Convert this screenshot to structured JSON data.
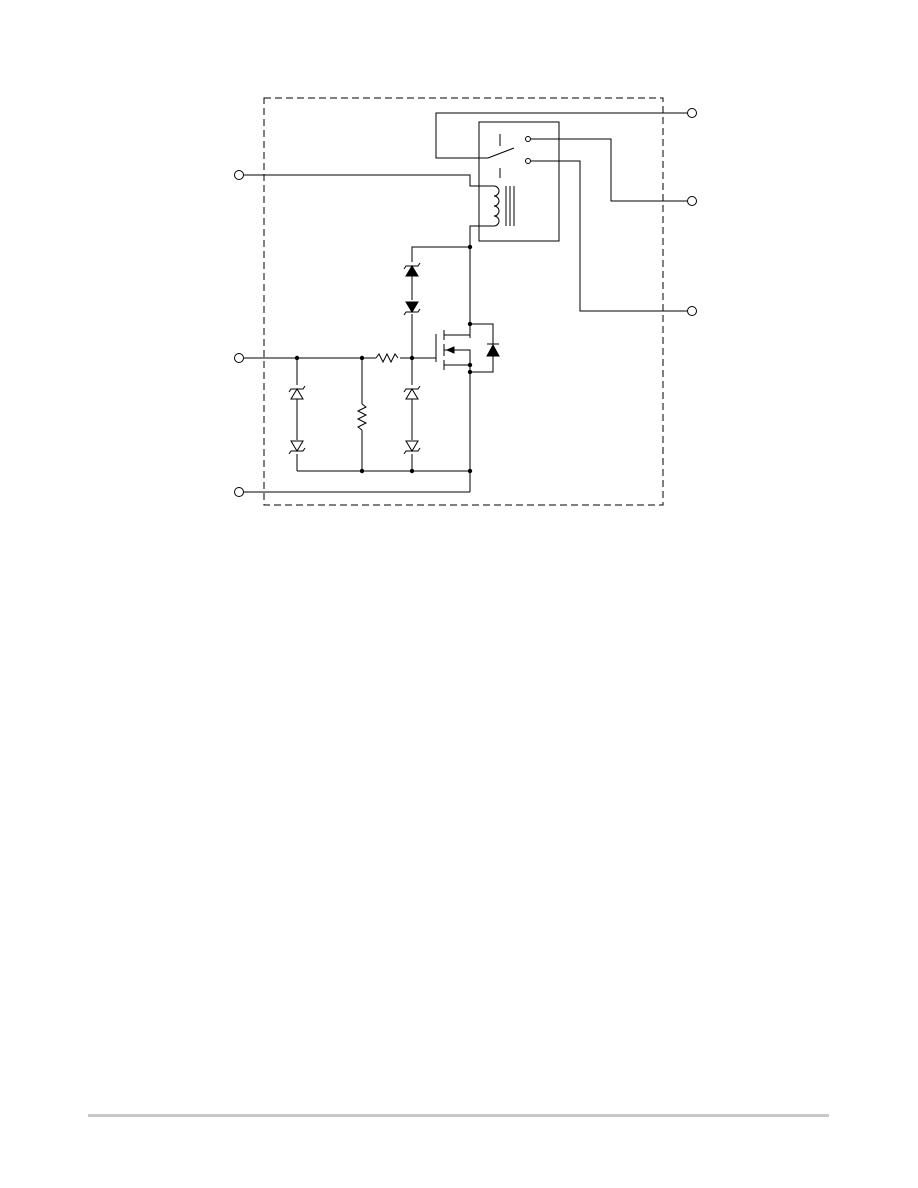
{
  "diagram": {
    "type": "circuit-schematic",
    "stroke_color": "#000000",
    "module_border": "dashed",
    "components": [
      "relay-coil",
      "relay-switch",
      "mosfet",
      "body-diode",
      "zener-diode",
      "zener-diode",
      "zener-diode",
      "zener-diode",
      "zener-diode",
      "zener-diode",
      "resistor",
      "resistor"
    ],
    "terminals": [
      "coil-input",
      "gate-input",
      "ground-input",
      "switch-common",
      "switch-normally-closed",
      "switch-normally-open"
    ]
  },
  "footer": {
    "rule_color": "#c8c8c8"
  }
}
